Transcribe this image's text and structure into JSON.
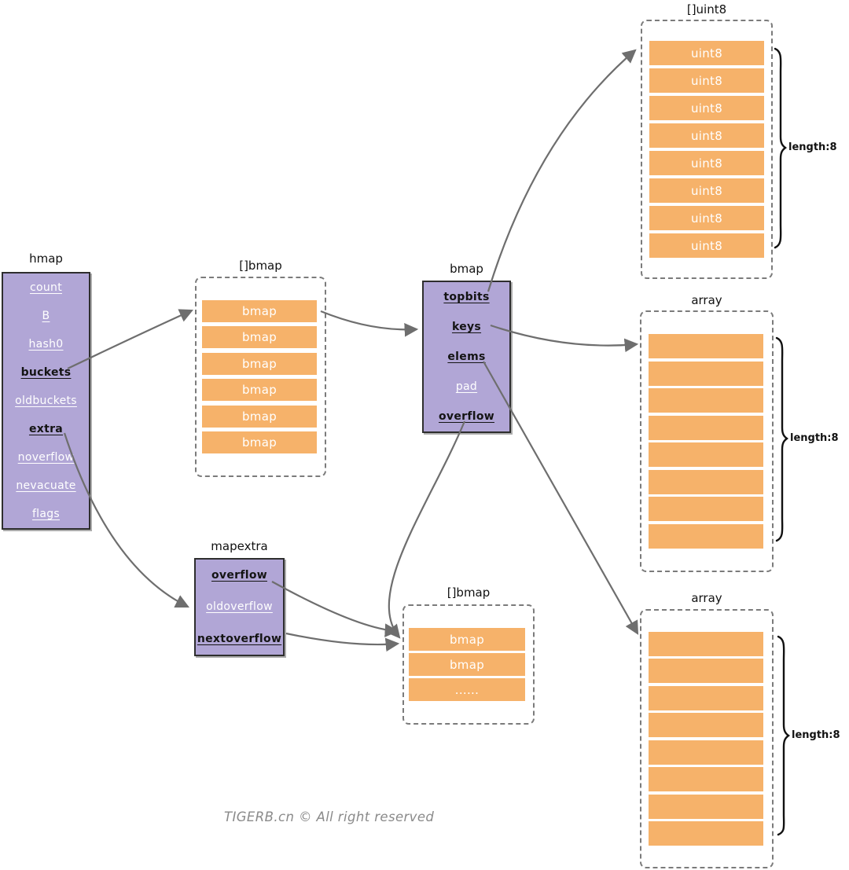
{
  "nodes": {
    "hmap": {
      "title": "hmap",
      "fields": [
        {
          "label": "count",
          "style": "white"
        },
        {
          "label": "B",
          "style": "white"
        },
        {
          "label": "hash0",
          "style": "white"
        },
        {
          "label": "buckets",
          "style": "black"
        },
        {
          "label": "oldbuckets",
          "style": "white"
        },
        {
          "label": "extra",
          "style": "black"
        },
        {
          "label": "noverflow",
          "style": "white"
        },
        {
          "label": "nevacuate",
          "style": "white"
        },
        {
          "label": "flags",
          "style": "white"
        }
      ]
    },
    "bmap_slice_top": {
      "title": "[]bmap",
      "rows": [
        "bmap",
        "bmap",
        "bmap",
        "bmap",
        "bmap",
        "bmap"
      ]
    },
    "bmap": {
      "title": "bmap",
      "fields": [
        {
          "label": "topbits",
          "style": "black"
        },
        {
          "label": "keys",
          "style": "black"
        },
        {
          "label": "elems",
          "style": "black"
        },
        {
          "label": "pad",
          "style": "white"
        },
        {
          "label": "overflow",
          "style": "black"
        }
      ]
    },
    "uint8_slice": {
      "title": "[]uint8",
      "rows": [
        "uint8",
        "uint8",
        "uint8",
        "uint8",
        "uint8",
        "uint8",
        "uint8",
        "uint8"
      ],
      "length_label": "length:8"
    },
    "array_keys": {
      "title": "array",
      "cell_count": 8,
      "length_label": "length:8"
    },
    "array_elems": {
      "title": "array",
      "cell_count": 8,
      "length_label": "length:8"
    },
    "mapextra": {
      "title": "mapextra",
      "fields": [
        {
          "label": "overflow",
          "style": "black"
        },
        {
          "label": "oldoverflow",
          "style": "white"
        },
        {
          "label": "nextoverflow",
          "style": "black"
        }
      ]
    },
    "bmap_slice_bottom": {
      "title": "[]bmap",
      "rows": [
        "bmap",
        "bmap",
        "......"
      ]
    }
  },
  "edges": [
    {
      "from": "hmap.buckets",
      "to": "bmap_slice_top"
    },
    {
      "from": "bmap_slice_top.row0",
      "to": "bmap"
    },
    {
      "from": "hmap.extra",
      "to": "mapextra"
    },
    {
      "from": "bmap.topbits",
      "to": "uint8_slice"
    },
    {
      "from": "bmap.keys",
      "to": "array_keys"
    },
    {
      "from": "bmap.elems",
      "to": "array_elems"
    },
    {
      "from": "bmap.overflow",
      "to": "bmap_slice_bottom"
    },
    {
      "from": "mapextra.overflow",
      "to": "bmap_slice_bottom"
    },
    {
      "from": "mapextra.nextoverflow",
      "to": "bmap_slice_bottom"
    }
  ],
  "colors": {
    "struct_fill": "#b1a6d6",
    "struct_border": "#2e2e2e",
    "cell_fill": "#f6b26a",
    "dashed_border": "#7b7b7b",
    "arrow": "#6e6e6e",
    "footer_text": "#8a8a8a"
  },
  "footer": {
    "credit": "TIGERB.cn © All right reserved"
  }
}
